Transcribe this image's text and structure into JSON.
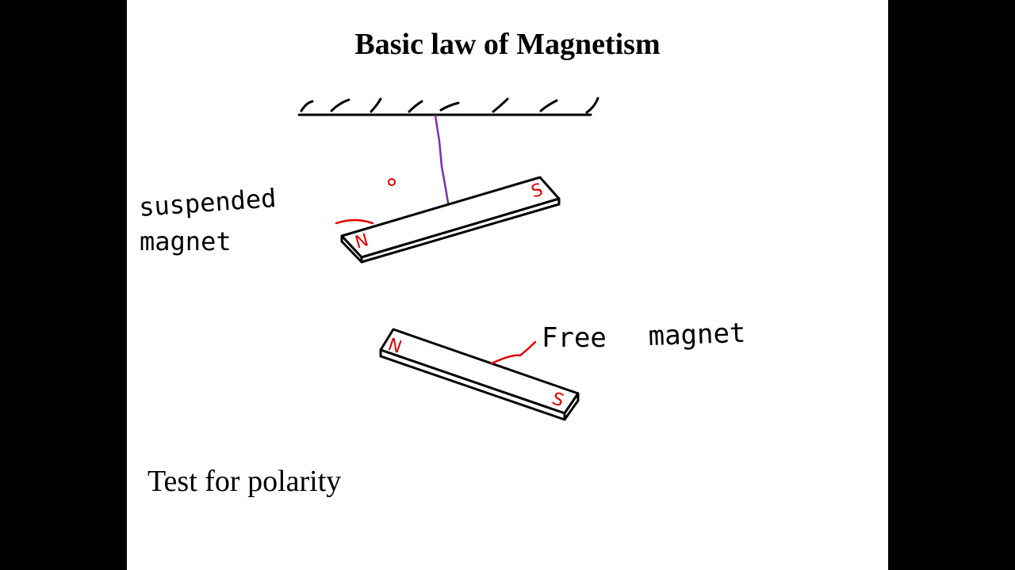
{
  "slide": {
    "title": "Basic law of Magnetism",
    "footer": "Test for polarity"
  },
  "labels": {
    "suspended_line1": "suspended",
    "suspended_line2": "magnet",
    "free_word1": "Free",
    "free_word2": "magnet"
  },
  "magnets": {
    "suspended": {
      "north": "N",
      "south": "S"
    },
    "free": {
      "north": "N",
      "south": "S"
    }
  },
  "colors": {
    "background": "#000000",
    "slide": "#ffffff",
    "ink": "#000000",
    "pole_ink": "#e00000",
    "string_ink": "#7a2fb8"
  }
}
